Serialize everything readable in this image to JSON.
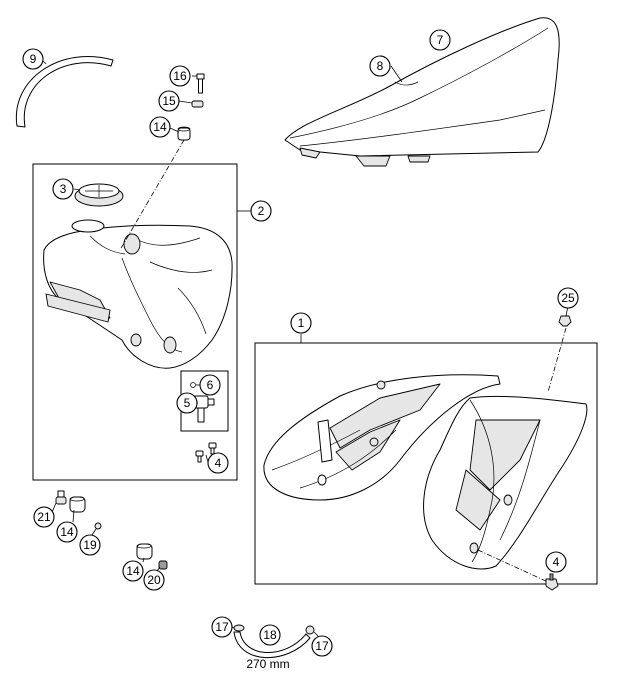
{
  "callouts": [
    "1",
    "2",
    "3",
    "4",
    "5",
    "6",
    "7",
    "8",
    "9",
    "14",
    "15",
    "16",
    "17",
    "18",
    "19",
    "20",
    "21",
    "25"
  ],
  "dimension_label": "270 mm"
}
